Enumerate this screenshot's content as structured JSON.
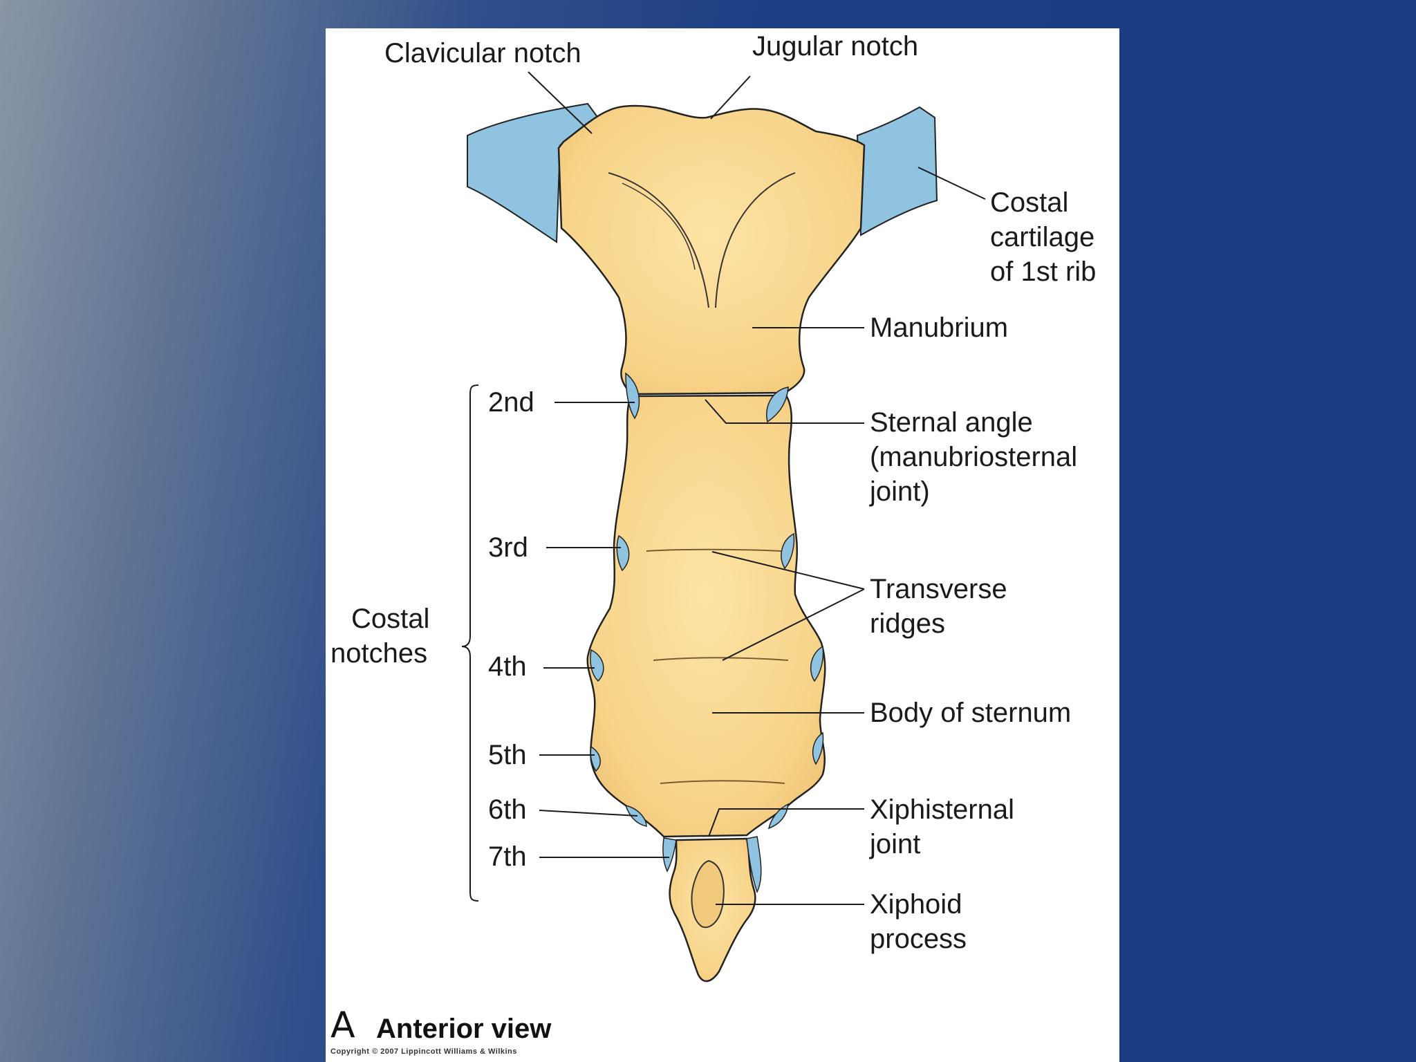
{
  "labels": {
    "clavicular_notch": "Clavicular notch",
    "jugular_notch": "Jugular notch",
    "costal_cartilage_line1": "Costal",
    "costal_cartilage_line2": "cartilage",
    "costal_cartilage_line3": "of 1st rib",
    "manubrium": "Manubrium",
    "sternal_angle_line1": "Sternal angle",
    "sternal_angle_line2": "(manubriosternal",
    "sternal_angle_line3": "joint)",
    "transverse_ridges_line1": "Transverse",
    "transverse_ridges_line2": "ridges",
    "body_of_sternum": "Body of sternum",
    "xiphisternal_joint_line1": "Xiphisternal",
    "xiphisternal_joint_line2": "joint",
    "xiphoid_process_line1": "Xiphoid",
    "xiphoid_process_line2": "process",
    "costal_notches_line1": "Costal",
    "costal_notches_line2": "notches",
    "notch_2nd": "2nd",
    "notch_3rd": "3rd",
    "notch_4th": "4th",
    "notch_5th": "5th",
    "notch_6th": "6th",
    "notch_7th": "7th"
  },
  "footer": {
    "view_letter": "A",
    "view_title": "Anterior view",
    "copyright": "Copyright © 2007 Lippincott Williams & Wilkins"
  },
  "colors": {
    "bone": "#f9d98e",
    "bone_shadow": "#e8bf6c",
    "cartilage": "#8fc3e0",
    "panel": "#ffffff"
  }
}
